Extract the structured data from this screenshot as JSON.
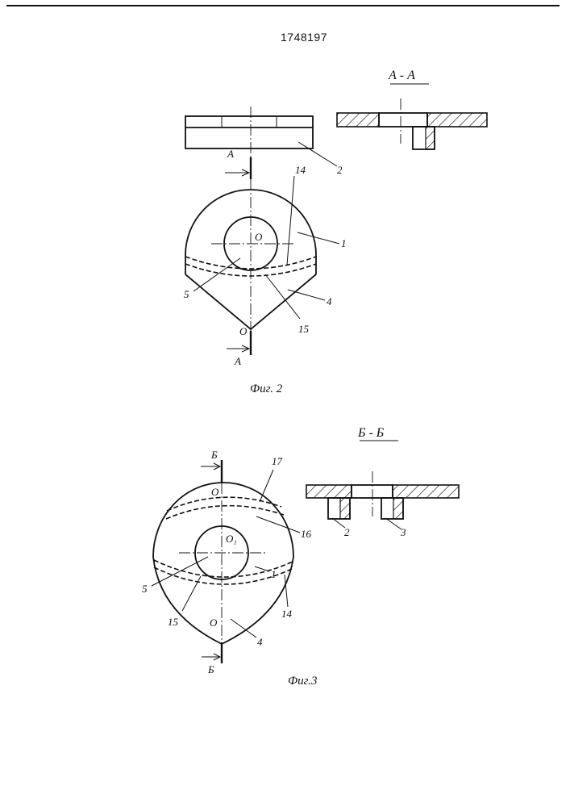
{
  "document": {
    "patent_number": "1748197"
  },
  "figure2": {
    "caption": "Фиг. 2",
    "section_title": "А - А",
    "cut_mark_top": "А",
    "cut_mark_bottom": "А",
    "center_label": "O",
    "apex_label": "O",
    "callouts": {
      "part_1": "1",
      "part_2": "2",
      "part_4": "4",
      "part_5": "5",
      "part_14": "14",
      "part_15": "15"
    }
  },
  "figure3": {
    "caption": "Фиг.3",
    "section_title": "Б - Б",
    "cut_mark_top": "Б",
    "cut_mark_bottom": "Б",
    "top_label": "O",
    "center_label": "O₁",
    "lower_label": "O",
    "callouts": {
      "part_1": "1",
      "part_4": "4",
      "part_5": "5",
      "part_14": "14",
      "part_15": "15",
      "part_16": "16",
      "part_17": "17"
    },
    "section_callouts": {
      "part_2": "2",
      "part_3": "3"
    }
  },
  "colors": {
    "ink": "#111111",
    "paper": "#ffffff"
  }
}
